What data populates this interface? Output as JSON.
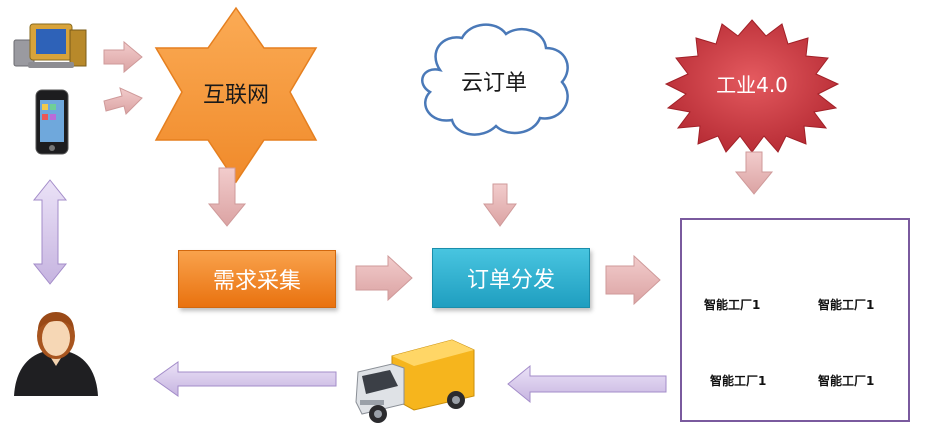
{
  "nodes": {
    "internet": "互联网",
    "cloud_order": "云订单",
    "industry": "工业4.0",
    "demand": "需求采集",
    "dispatch": "订单分发"
  },
  "factories": [
    "智能工厂1",
    "智能工厂1",
    "智能工厂1",
    "智能工厂1"
  ],
  "colors": {
    "arrow_pink": "#e8b6b6",
    "arrow_purple": "#d6c8ec",
    "star_orange": "#f7993b",
    "burst_red": "#c8313a",
    "cloud_outline": "#3d6fb0",
    "panel_border": "#7a5a9e"
  }
}
